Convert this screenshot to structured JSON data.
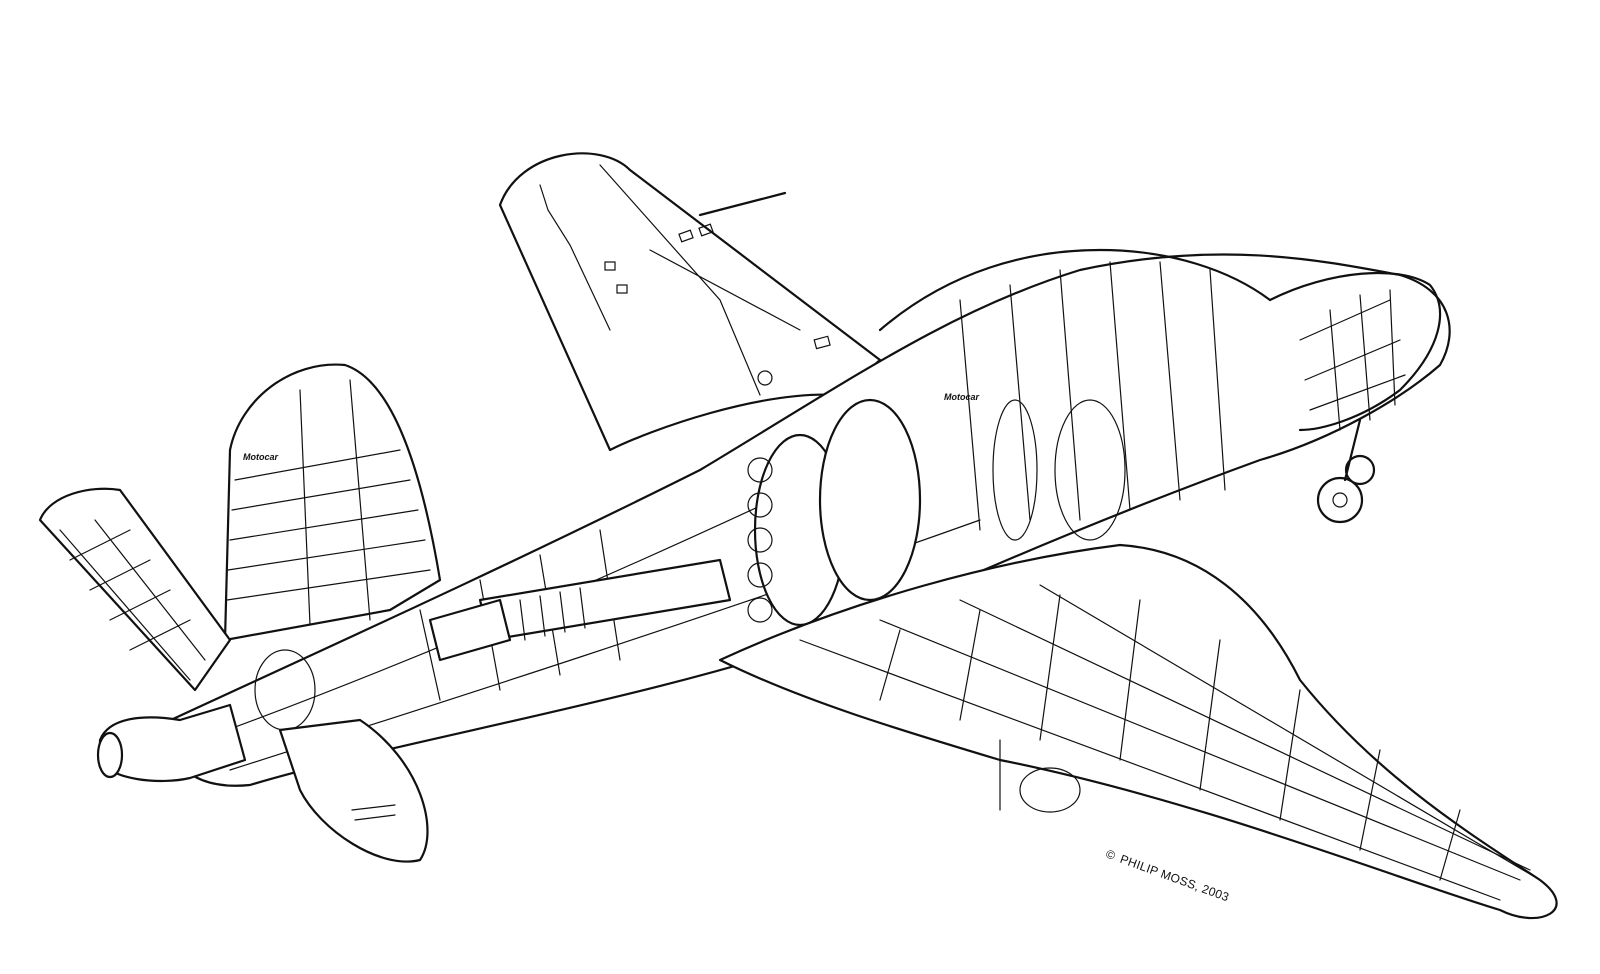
{
  "labels": {
    "fin_mark": "Motocar",
    "fuselage_mark": "Motocar"
  },
  "credit": {
    "symbol": "©",
    "text": "PHILIP MOSS, 2003"
  },
  "colors": {
    "ink": "#111111",
    "paper": "#ffffff"
  }
}
